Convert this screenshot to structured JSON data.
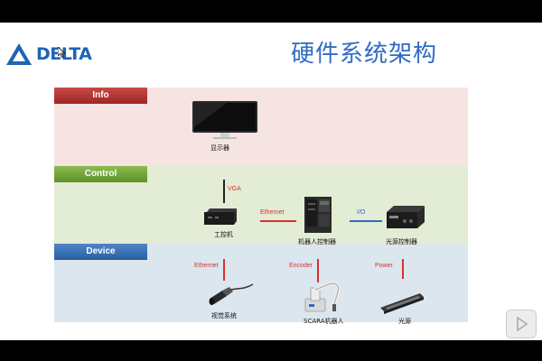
{
  "header": {
    "logo_text": "DELTA",
    "title": "硬件系统架构"
  },
  "layers": {
    "info": "Info",
    "control": "Control",
    "device": "Device"
  },
  "nodes": {
    "monitor": "显示器",
    "ipc": "工控机",
    "robot_controller": "机器人控制器",
    "light_controller": "光源控制器",
    "vision_system": "视觉系统",
    "scara_robot": "SCARA机器人",
    "light_source": "光源"
  },
  "connections": {
    "monitor_ipc": "VGA",
    "ipc_robot": "Ethernet",
    "robot_light": "I/O",
    "ipc_vision": "Ethernet",
    "robot_scara": "Encoder",
    "light_power": "Power"
  },
  "colors": {
    "info": "#c0392b",
    "control": "#6fa135",
    "device": "#2f6bc4",
    "link_red": "#d6322f",
    "link_blue": "#2f6bc4"
  }
}
